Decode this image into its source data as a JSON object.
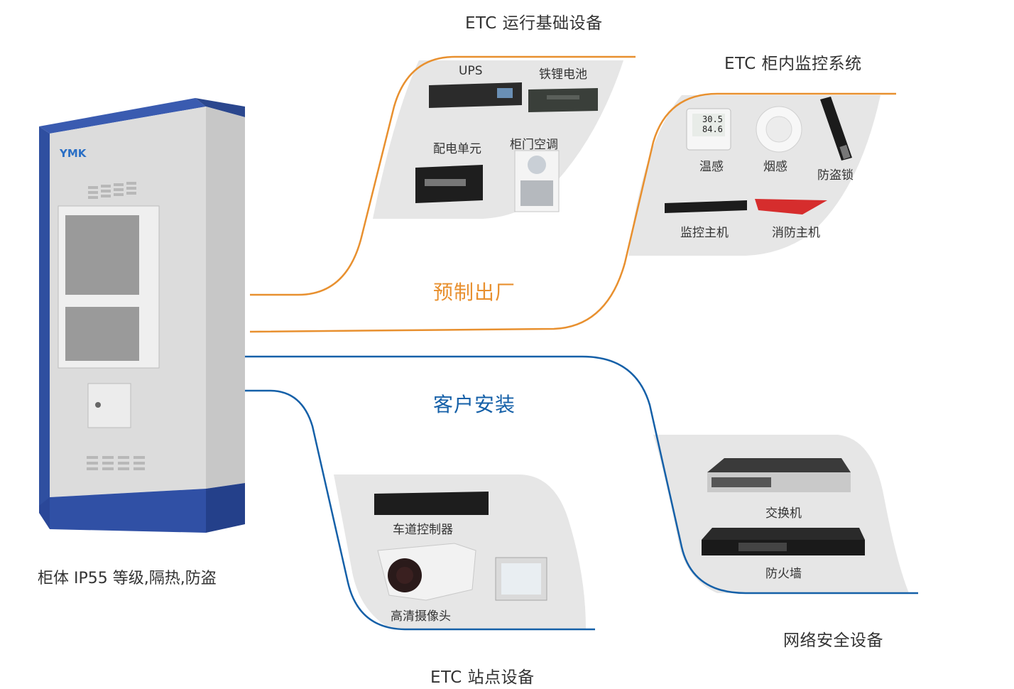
{
  "titles": {
    "etc_basic": "ETC 运行基础设备",
    "etc_monitor": "ETC 柜内监控系统",
    "network_security": "网络安全设备",
    "etc_site": "ETC 站点设备",
    "prefab": "预制出厂",
    "customer_install": "客户安装",
    "cabinet_caption": "柜体 IP55 等级,隔热,防盗"
  },
  "brand": {
    "logo_text": "YMK"
  },
  "basic_items": {
    "ups": "UPS",
    "battery": "铁锂电池",
    "pdu": "配电单元",
    "aircon": "柜门空调"
  },
  "monitor_items": {
    "temp": "温感",
    "smoke": "烟感",
    "lock": "防盗锁",
    "monitor_host": "监控主机",
    "fire_host": "消防主机"
  },
  "site_items": {
    "lane_controller": "车道控制器",
    "hd_camera": "高清摄像头"
  },
  "network_items": {
    "switch": "交换机",
    "firewall": "防火墙"
  },
  "sensor_readout": {
    "line1": "30.5",
    "line2": "84.6"
  },
  "colors": {
    "orange": "#e8902f",
    "blue": "#1560a8",
    "panel": "#e6e6e6",
    "cabinet_blue": "#2f4fa0"
  }
}
